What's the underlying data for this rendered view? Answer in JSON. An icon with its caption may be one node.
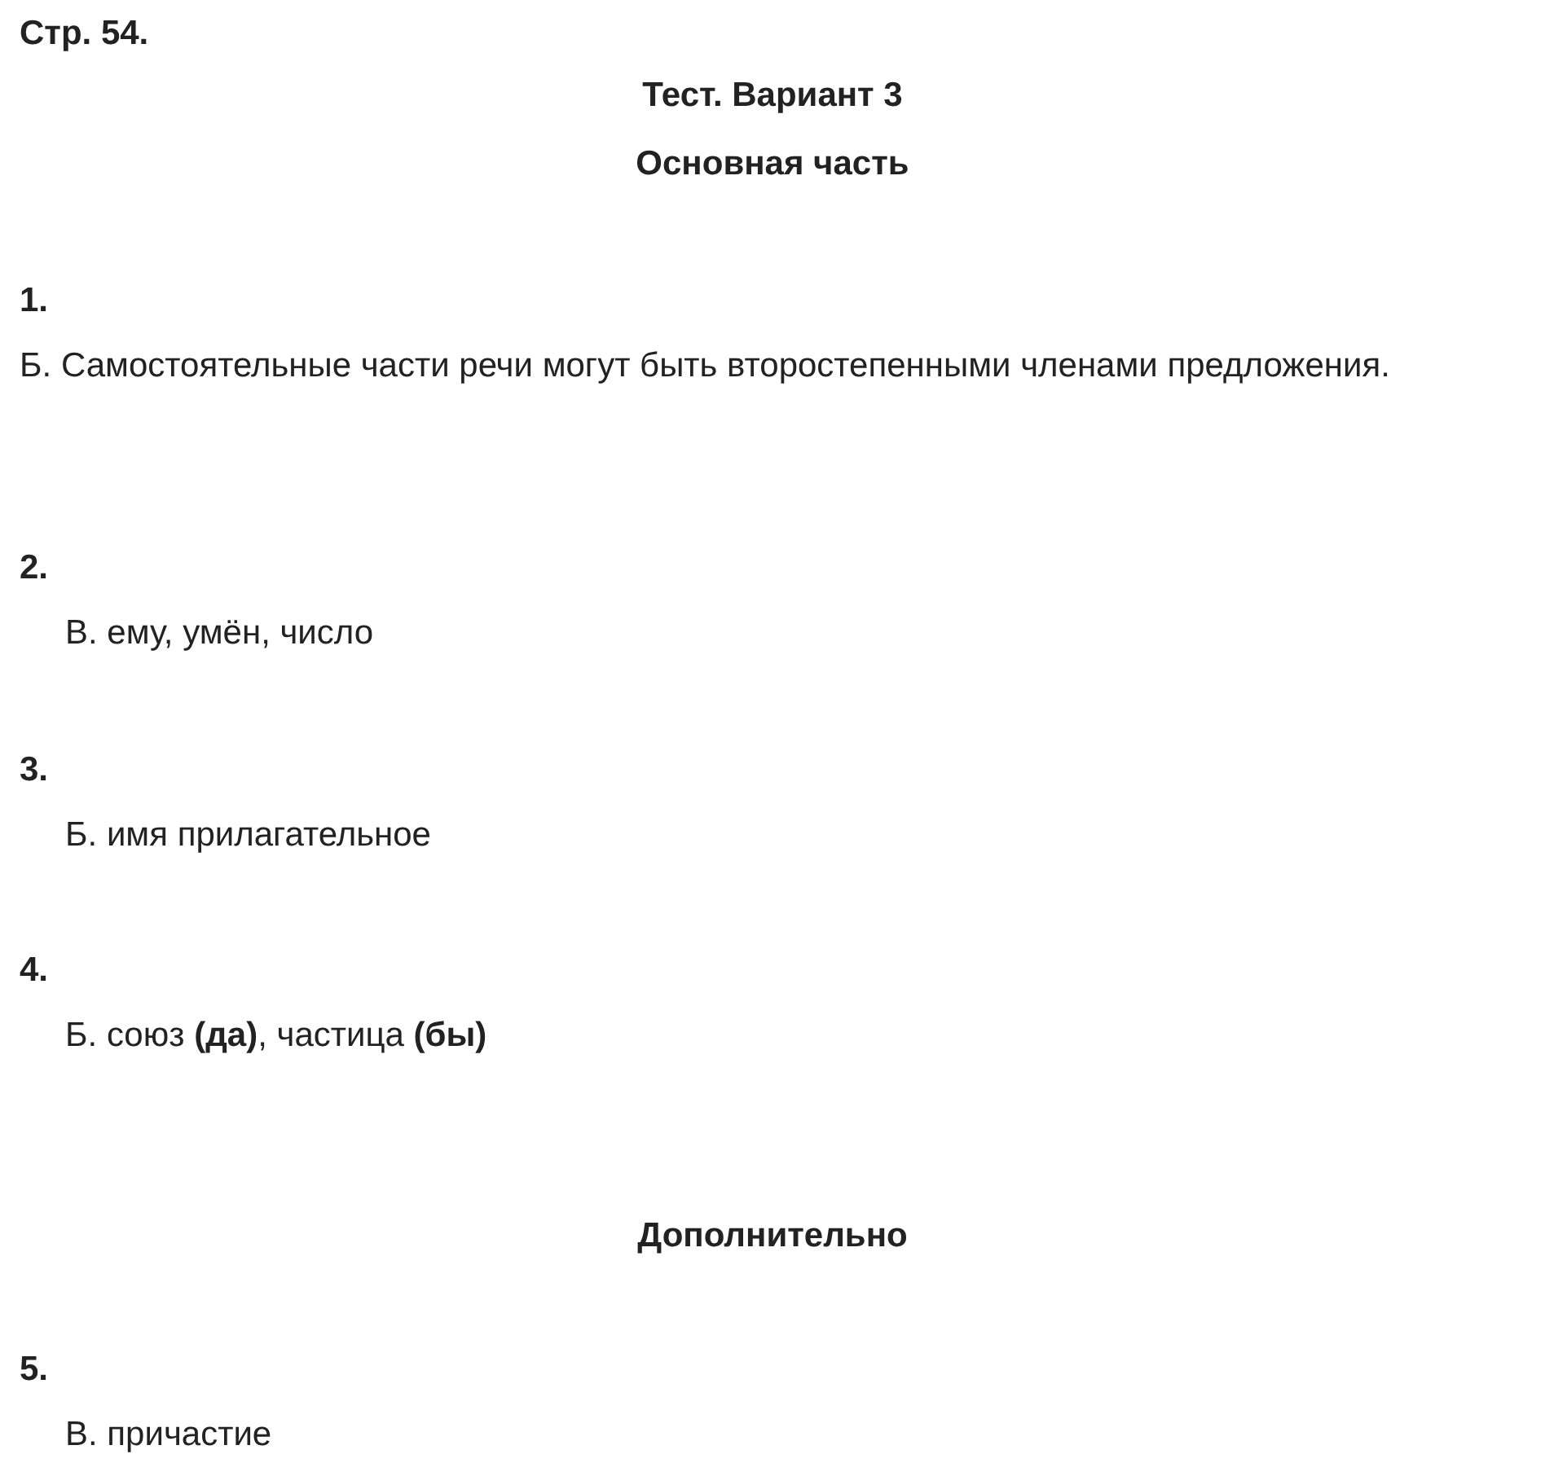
{
  "diagram": {
    "labels": [
      "Стр. 54.",
      "Тест. Вариант 3",
      "Основная часть",
      "1.",
      "Б. Самостоятельные части речи могут быть второстепенными членами предложения.",
      "2.",
      "В. ему, умён, число",
      "3.",
      "Б. имя прилагательное",
      "4.",
      "Б. союз **(да)**, частица **(бы)**",
      "Дополнительно",
      "5.",
      "В. причастие"
    ]
  }
}
